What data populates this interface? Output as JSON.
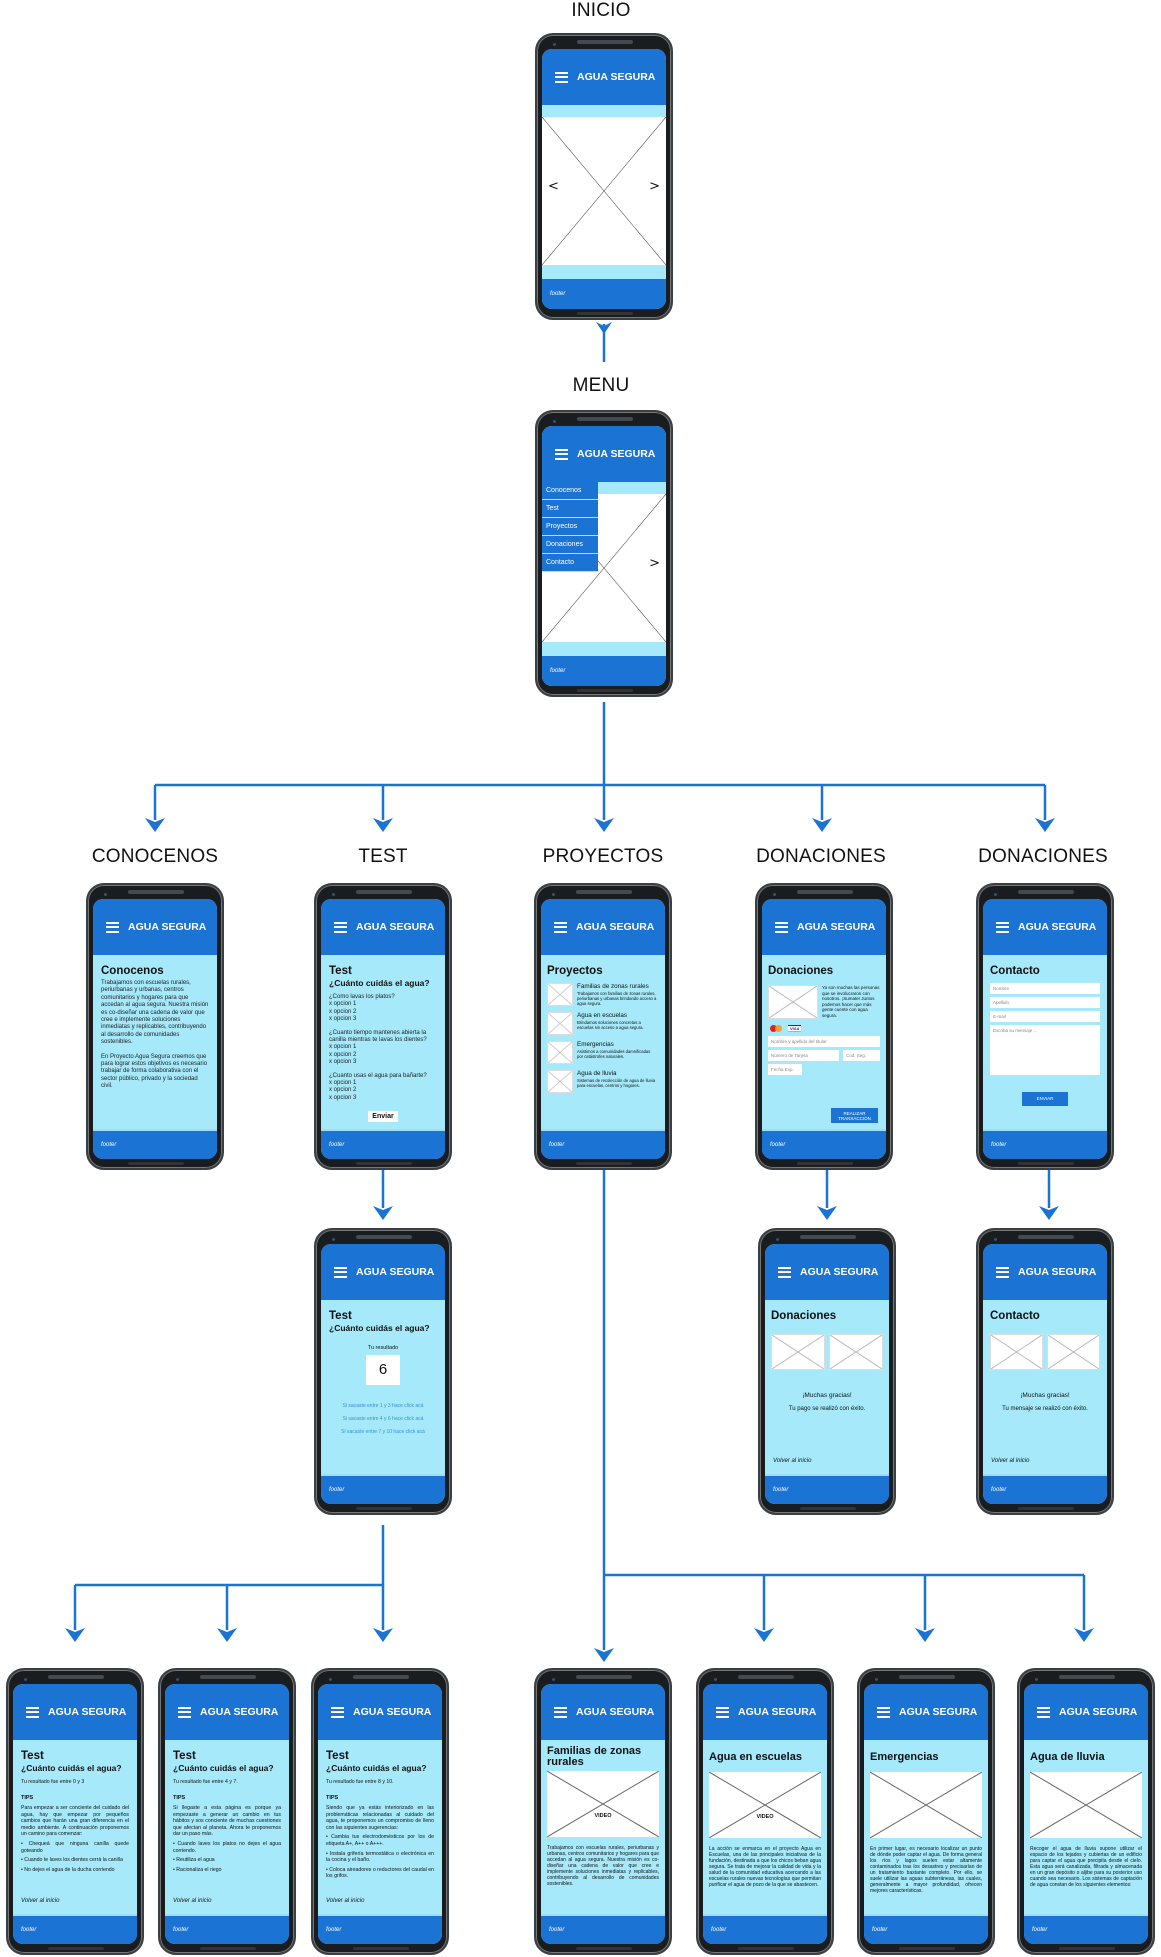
{
  "diagram_title": "Agua Segura - mapa de navegación",
  "colors": {
    "primary": "#1b74d3",
    "light": "#a5e9fb",
    "arrow": "#1b74d3"
  },
  "brand": "AGUA SEGURA",
  "footer": "footer",
  "labels": {
    "inicio": "INICIO",
    "menu": "MENU",
    "conocenos": "CONOCENOS",
    "test": "TEST",
    "proyectos": "PROYECTOS",
    "donaciones": "DONACIONES",
    "contacto": "DONACIONES"
  },
  "inicio": {
    "prev": "<",
    "next": ">"
  },
  "menu": {
    "items": [
      "Conocenos",
      "Test",
      "Proyectos",
      "Donaciones",
      "Contacto"
    ],
    "next": ">"
  },
  "conocenos": {
    "title": "Conocenos",
    "p1": "Trabajamos con escuelas rurales, periurbanas y urbanas, centros comunitarios y hogares para que accedan al agua segura. Nuestra misión es co-diseñar una cadena de valor que cree e implemente soluciones inmediatas y replicables, contribuyendo al desarrollo de comunidades sostenibles.",
    "p2": "En Proyecto Agua Segura creemos que para lograr estos objetivos es necesario trabajar de forma colaborativa con el sector público, privado y la sociedad civil."
  },
  "test": {
    "title": "Test",
    "subtitle": "¿Cuánto cuidás el agua?",
    "questions": [
      {
        "q": "¿Como lavas los platos?",
        "options": [
          "x opcion 1",
          "x opcion 2",
          "x opcion 3"
        ]
      },
      {
        "q": "¿Cuanto tiempo mantenes abierta la canilla mientras te lavas los dientes?",
        "options": [
          "x opcion 1",
          "x opcion 2",
          "x opcion 3"
        ]
      },
      {
        "q": "¿Cuanto usas el agua para bañarte?",
        "options": [
          "x opcion 1",
          "x opcion 2",
          "x opcion 3"
        ]
      }
    ],
    "submit": "Enviar"
  },
  "test_result": {
    "title": "Test",
    "subtitle": "¿Cuánto cuidás el agua?",
    "result_label": "Tu resultado",
    "result_value": "6",
    "links": [
      "Si sacaste entre 1 y 3 hace click acá",
      "Si sacaste entre 4 y 6 hace click acá",
      "Si sacaste entre 7 y 10 hace click acá"
    ]
  },
  "tips": [
    {
      "title": "Test",
      "subtitle": "¿Cuánto cuidás el agua?",
      "range": "Tu resultado fue entre 0 y 3",
      "tips_label": "TIPS",
      "intro": "Para empezar a ser conciente del cuidado del agua, hay que empezar por pequeños cambios que harán una gran diferencia en el medio ambiente. A continuación proponemos un camino para comenzar:",
      "items": [
        "• Chequeá que ninguna canilla quede goteando",
        "• Cuando te laves los dientes cerrá la canilla",
        "• No dejes el agua de la ducha corriendo"
      ],
      "back": "Volver al inicio"
    },
    {
      "title": "Test",
      "subtitle": "¿Cuánto cuidás el agua?",
      "range": "Tu resultado fue entre 4 y 7.",
      "tips_label": "TIPS",
      "intro": "Si llegaste a esta página es porque ya empezaste a generar un cambio en tus hábitos y sos conciente de muchas cuestiones que afectan al planeta. Ahora te proponemos dar un paso más.",
      "items": [
        "• Cuando laves los platos no dejes el agua corriendo.",
        "• Reutiliza el agua",
        "• Racionaliza el riego"
      ],
      "back": "Volver al inicio"
    },
    {
      "title": "Test",
      "subtitle": "¿Cuánto cuidás el agua?",
      "range": "Tu resultado fue entre 8 y 10.",
      "tips_label": "TIPS",
      "intro": "Siendo que ya estás interiorizado en las problemáticas relacionadas al cuidado del agua, te proponemos un compromiso de lleno con las siguientes sugerencias:",
      "items": [
        "• Cambia tus electrodomésticos por los de etiqueta A+, A++ o A+++.",
        "• Instala grifería termostática o electrónica en la cocina y el baño.",
        "• Coloca aireadores o reductores del caudal en los grifos."
      ],
      "back": "Volver al inicio"
    }
  ],
  "proyectos": {
    "title": "Proyectos",
    "items": [
      {
        "name": "Familias de zonas rurales",
        "desc": "Trabajamos con familias de zonas rurales, periurbanas y urbanas brindando acceso a agua segura."
      },
      {
        "name": "Agua en escuelas",
        "desc": "Brindamos soluciones concretas a escuelas sin acceso a agua segura."
      },
      {
        "name": "Emergencias",
        "desc": "Asistimos a comunidades damnificadas por catástrofes naturales."
      },
      {
        "name": "Agua de lluvia",
        "desc": "Sistemas de recolección de agua de lluvia para escuelas, centros y hogares."
      }
    ]
  },
  "proyecto_detalle": [
    {
      "title": "Familias de zonas rurales",
      "video": "VIDEO",
      "text": "Trabajamos con escuelas rurales, periurbanas y urbanas, centros comunitarios y hogares para que accedan al agua segura. Nuestra misión es co-diseñar una cadena de valor que cree e implemente soluciones inmediatas y replicables, contribuyendo al desarrollo de comunidades sostenibles."
    },
    {
      "title": "Agua en escuelas",
      "video": "VIDEO",
      "text": "La acción se enmarca en el proyecto Agua en Escuelas, una de las principales iniciativas de la fundación, destinada a que los chicos beban agua segura. Se trata de mejorar la calidad de vida y la salud de la comunidad educativa acercando a las escuelas rurales nuevas tecnologías que permitan purificar el agua de pozo de la que se abastecen."
    },
    {
      "title": "Emergencias",
      "video": "",
      "text": "En primer lugar, es necesario localizar un punto de dónde poder captar el agua. De forma general los ríos y lagos suelen estar altamente contaminados tras los desastres y precisarían de un tratamiento bastante completo. Por ello, se suele utilizar las aguas subterráneas, las cuales, generalmente a mayor profundidad, ofrecen mejores características."
    },
    {
      "title": "Agua de lluvia",
      "video": "",
      "text": "Recoger el agua de lluvia supone utilizar el espacio de los tejados y cubiertas de un edificio para captar el agua que precipita desde el cielo. Esta agua será canalizada, filtrada y almacenada en un gran depósito o aljibe para su posterior uso cuando sea necesario. Los sistemas de captación de agua constan de los siguientes elementos:"
    }
  ],
  "donaciones": {
    "title": "Donaciones",
    "text": "Ya son muchas las personas que se involucraron con nosotros. ¡Sumate! Juntos podemos hacer que más gente cuente con agua segura.",
    "card_brands": [
      "mastercard",
      "VISA"
    ],
    "fields": {
      "holder": "Nombre y apellido del titular",
      "card_number": "Número de Tarjeta",
      "cvv": "Cod. Seg.",
      "expiry": "Fecha Exp."
    },
    "submit": "REALIZAR TRANSACCIÓN"
  },
  "donaciones_ok": {
    "title": "Donaciones",
    "thanks": "¡Muchas gracias!",
    "message": "Tu pago se realizó con éxito.",
    "back": "Volver al inicio"
  },
  "contacto": {
    "title": "Contacto",
    "fields": {
      "nombre": "Nombre",
      "apellido": "Apellido",
      "email": "E-mail",
      "mensaje": "Escriba su mensaje ..."
    },
    "submit": "ENVIAR"
  },
  "contacto_ok": {
    "title": "Contacto",
    "thanks": "¡Muchas gracias!",
    "message": "Tu mensaje se realizó con éxito.",
    "back": "Volver al inicio"
  }
}
